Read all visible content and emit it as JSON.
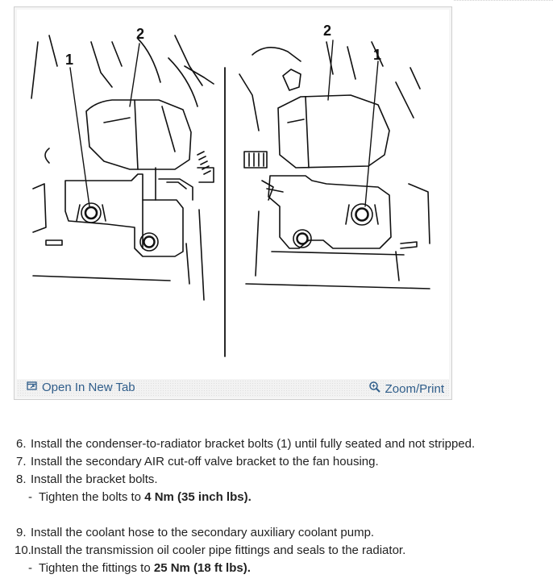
{
  "figure": {
    "callouts": {
      "left_one": "1",
      "left_two": "2",
      "right_two": "2",
      "right_one": "1"
    },
    "toolbar": {
      "open_label": "Open In New Tab",
      "zoom_label": "Zoom/Print",
      "open_icon": "open-tab-icon",
      "zoom_icon": "magnifier-icon"
    }
  },
  "steps": [
    {
      "num": "6.",
      "text": "Install the condenser-to-radiator bracket bolts (1) until fully seated and not stripped."
    },
    {
      "num": "7.",
      "text": "Install the secondary AIR cut-off valve bracket to the fan housing."
    },
    {
      "num": "8.",
      "text": "Install the bracket bolts.",
      "sub": {
        "dash": "-",
        "prefix": "Tighten the bolts to ",
        "bold": "4 Nm (35 inch lbs)."
      }
    },
    {
      "num": "9.",
      "text": "Install the coolant hose to the secondary auxiliary coolant pump."
    },
    {
      "num": "10.",
      "text": "Install the transmission oil cooler pipe fittings and seals to the radiator.",
      "sub": {
        "dash": "-",
        "prefix": "Tighten the fittings to ",
        "bold": "25 Nm (18 ft lbs)."
      }
    }
  ]
}
